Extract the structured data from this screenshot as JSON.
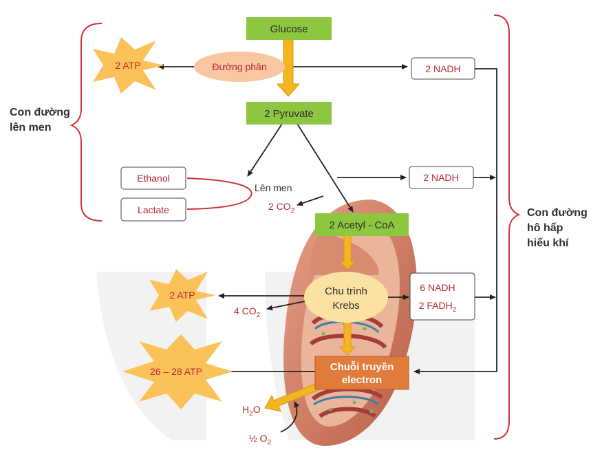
{
  "nodes": {
    "glucose": "Glucose",
    "glycolysis": "Đường phân",
    "pyruvate": "2 Pyruvate",
    "acetyl": "2 Acetyl - CoA",
    "krebs_line1": "Chu trình",
    "krebs_line2": "Krebs",
    "etc_line1": "Chuỗi truyền",
    "etc_line2": "electron",
    "fermentation": "Lên men"
  },
  "products": {
    "atp_glycolysis": "2 ATP",
    "atp_krebs": "2 ATP",
    "atp_etc": "26 – 28 ATP",
    "nadh_glycolysis": "2 NADH",
    "nadh_pyruvate": "2 NADH",
    "nadh_krebs": "6 NADH",
    "fadh_krebs_base": "2 FADH",
    "fadh_krebs_sub": "2",
    "ethanol": "Ethanol",
    "lactate": "Lactate",
    "co2_ferment_base": "2 CO",
    "co2_ferment_sub": "2",
    "co2_krebs_base": "4 CO",
    "co2_krebs_sub": "2",
    "h2o_pre": "H",
    "h2o_sub": "2",
    "h2o_post": "O",
    "o2_pre": "½ O",
    "o2_sub": "2"
  },
  "brackets": {
    "fermentation_line1": "Con đường",
    "fermentation_line2": "lên men",
    "aerobic_line1": "Con đường",
    "aerobic_line2": "hô hấp",
    "aerobic_line3": "hiếu khí"
  },
  "colors": {
    "green_box": "#8dc63f",
    "label_red": "#b8282f",
    "bracket_red": "#d0323c",
    "starburst": "#fbc25a",
    "glycolysis_oval": "#f9c6a2",
    "krebs_oval": "#fbe2a2",
    "etc_box": "#e07b3c",
    "arrow_yellow": "#f5b51f",
    "mitochondrion": "#c7725a"
  }
}
